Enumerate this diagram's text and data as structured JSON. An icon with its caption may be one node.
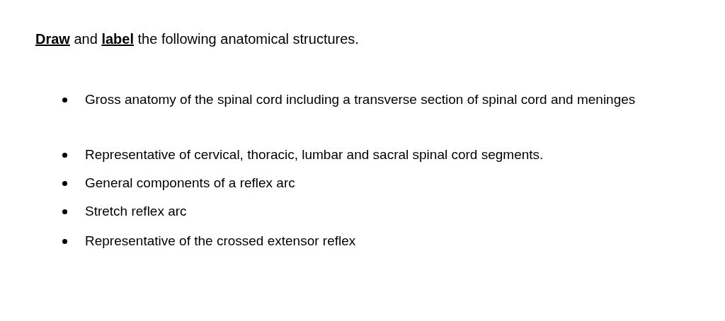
{
  "diagram": {
    "title": "**Draw** and **label** the following anatomical structures.",
    "labels": [
      "Gross anatomy of the spinal cord including a transverse section of spinal cord and meninges",
      "Representative of cervical, thoracic, lumbar and sacral spinal cord segments.",
      "General components of a reflex arc",
      "Stretch reflex arc",
      "Representative of the crossed extensor reflex"
    ]
  }
}
